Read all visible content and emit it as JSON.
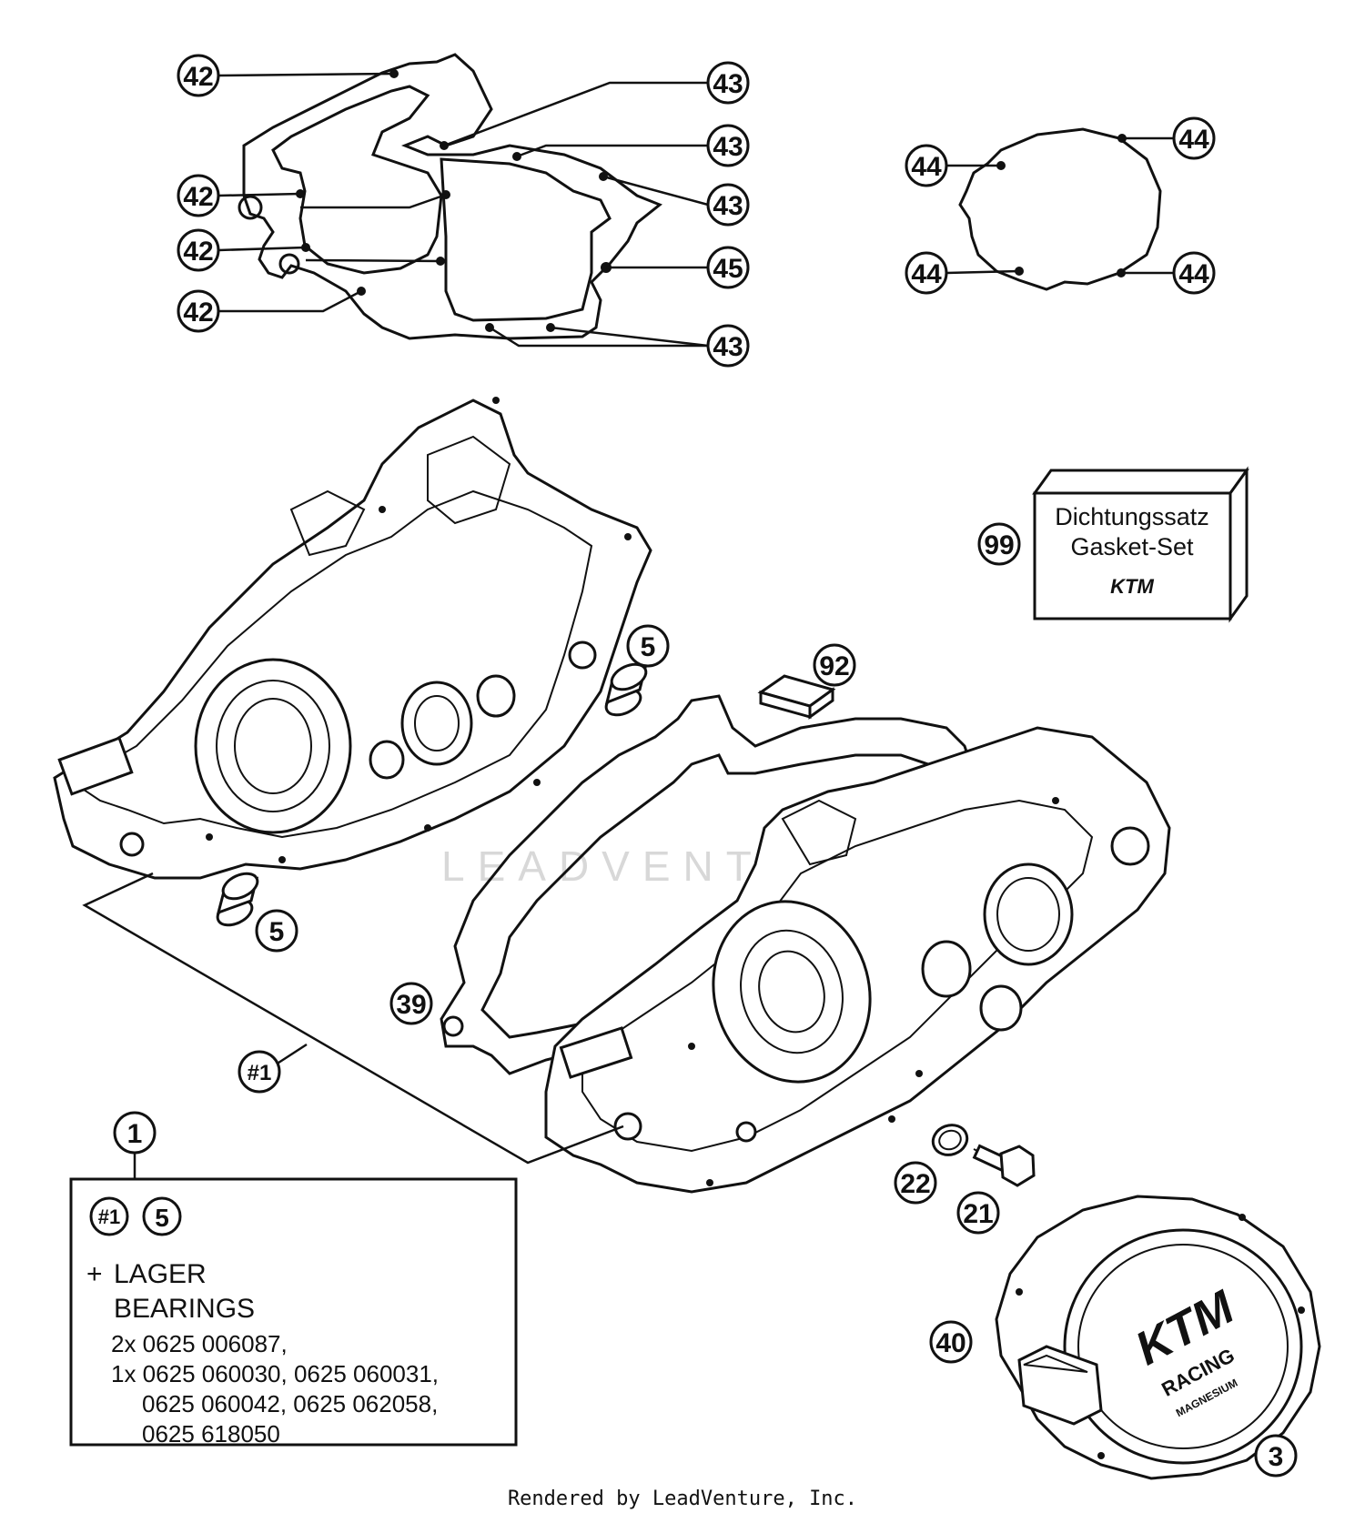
{
  "watermark": "LEADVENTURE",
  "footer": "Rendered by LeadVenture, Inc.",
  "callouts": {
    "c42a": "42",
    "c42b": "42",
    "c42c": "42",
    "c42d": "42",
    "c43a": "43",
    "c43b": "43",
    "c43c": "43",
    "c43d": "43",
    "c45": "45",
    "c44a": "44",
    "c44b": "44",
    "c44c": "44",
    "c44d": "44",
    "c99": "99",
    "c5a": "5",
    "c5b": "5",
    "c92": "92",
    "c39": "39",
    "c1h": "#1",
    "c1": "1",
    "c22": "22",
    "c21": "21",
    "c40": "40",
    "c3": "3"
  },
  "gasket_set": {
    "line1": "Dichtungssatz",
    "line2": "Gasket-Set",
    "logo": "KTM"
  },
  "cover_logo": {
    "brand": "KTM",
    "line1": "RACING",
    "line2": "MAGNESIUM"
  },
  "kit_box": {
    "ref1": "#1",
    "ref2": "5",
    "plus": "+",
    "line1": "LAGER",
    "line2": "BEARINGS",
    "line3": "2x 0625 006087,",
    "line4": "1x 0625 060030, 0625 060031,",
    "line5": "0625 060042, 0625 062058,",
    "line6": "0625 618050"
  }
}
